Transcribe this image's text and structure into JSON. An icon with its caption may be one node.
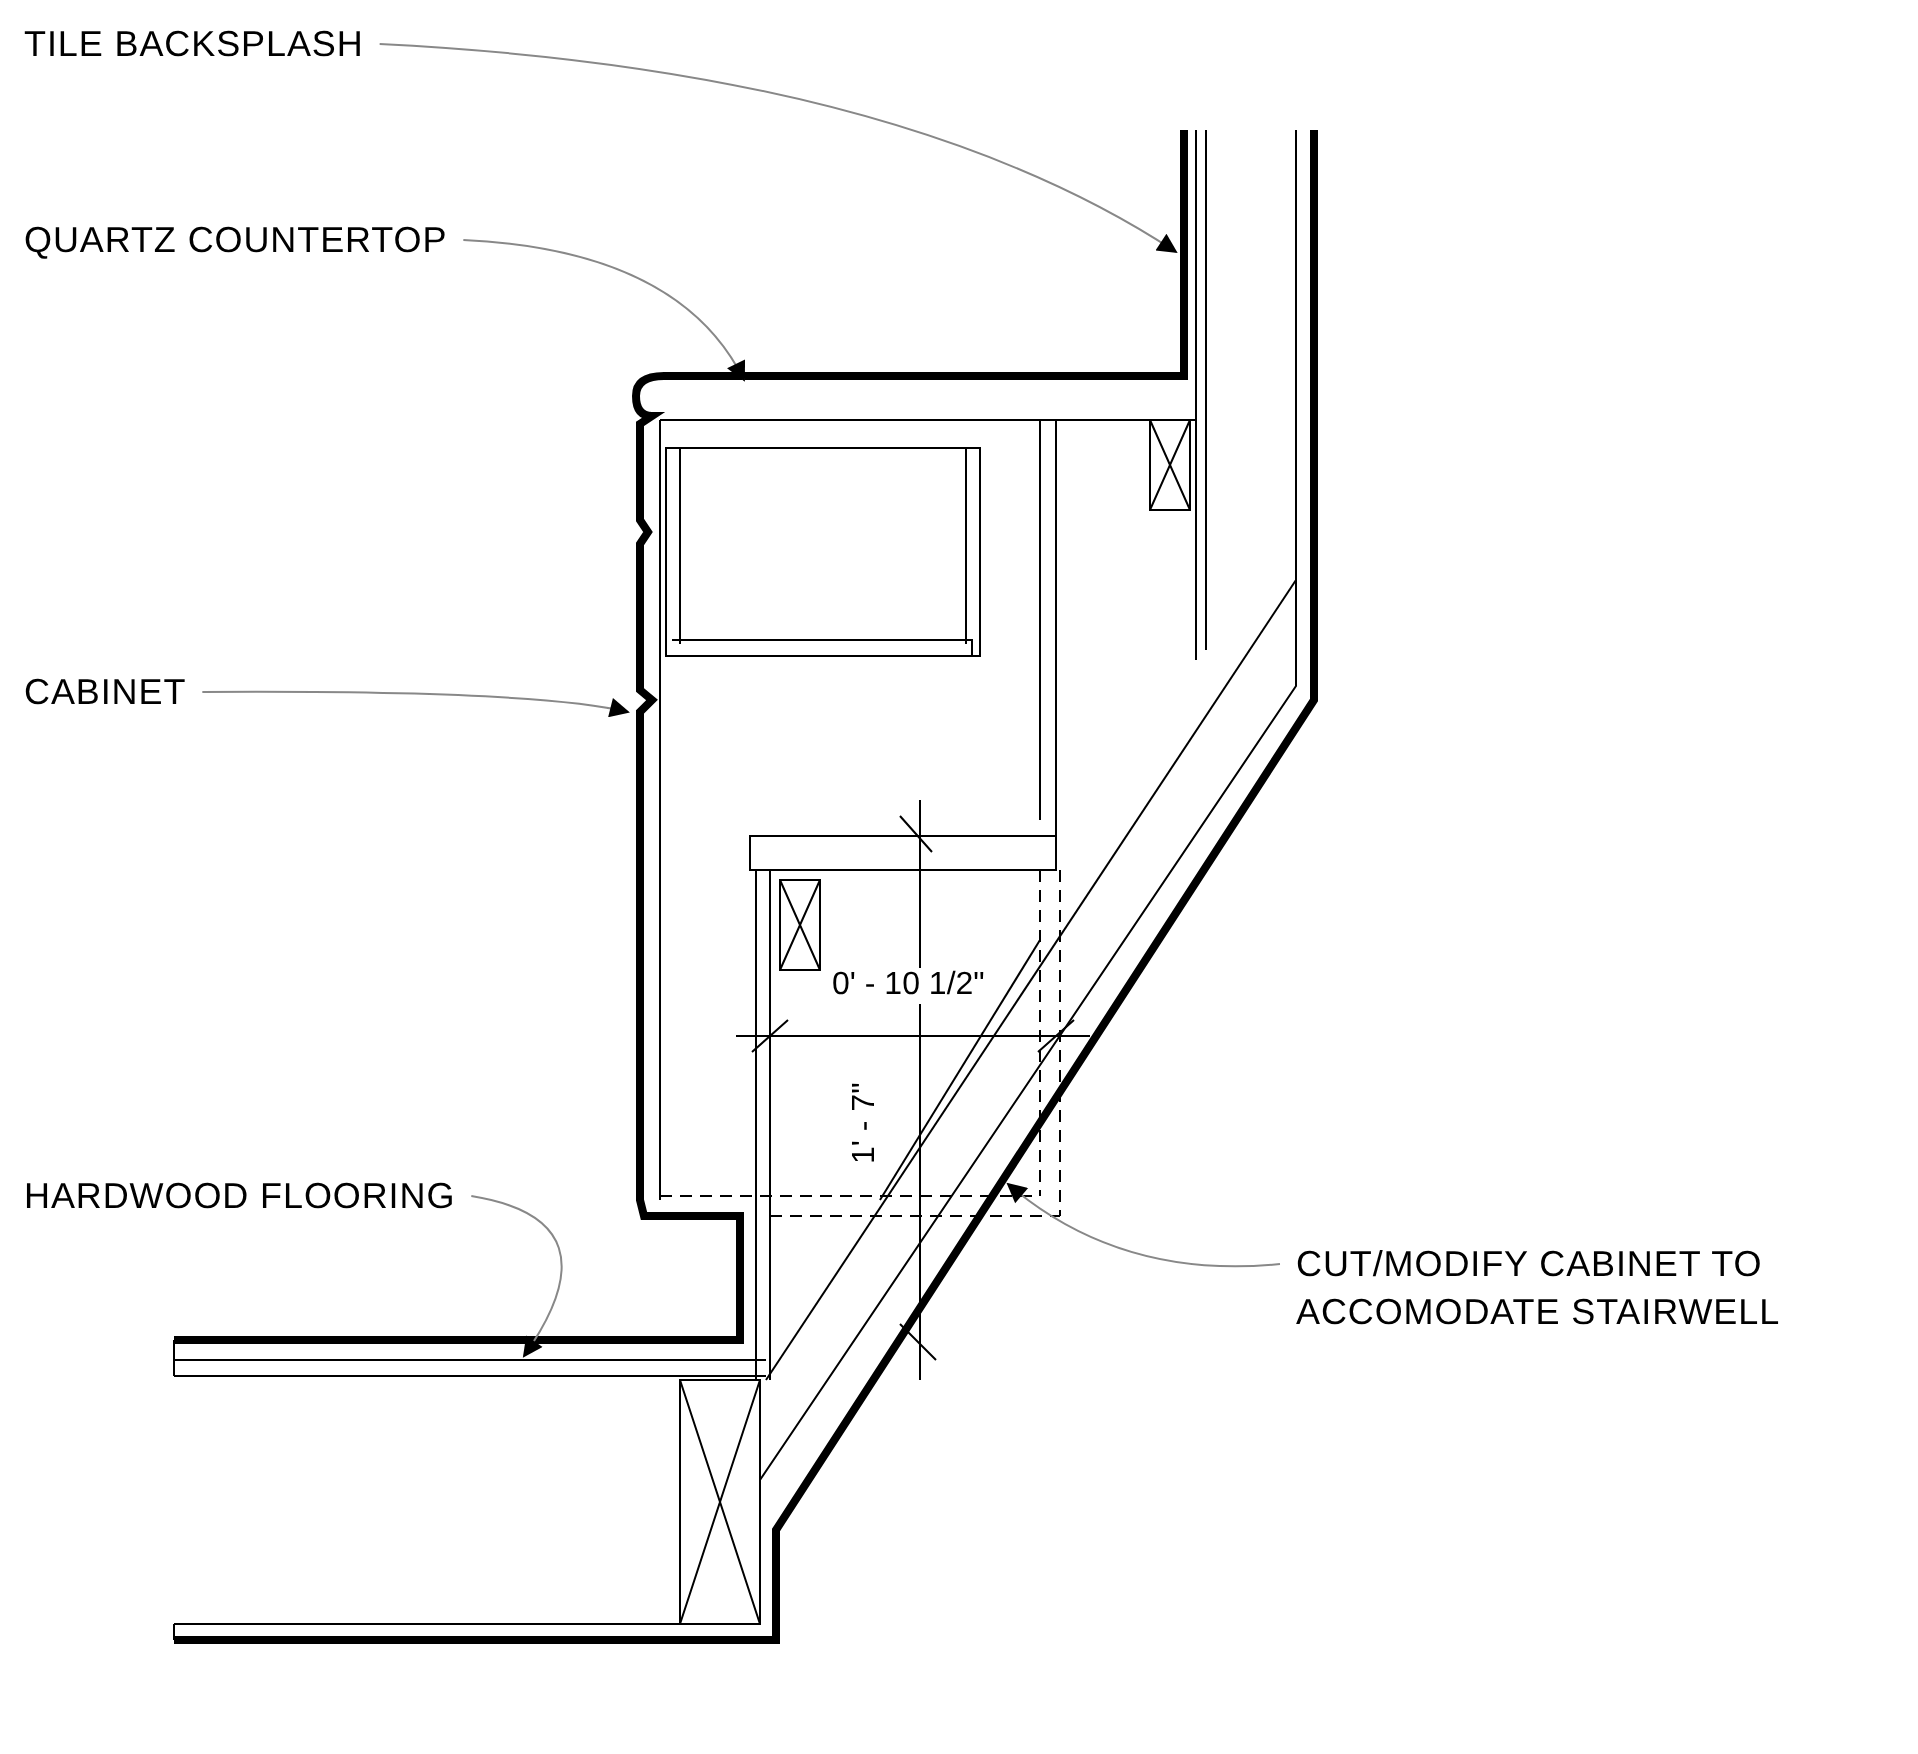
{
  "diagram": {
    "nodes": [
      {
        "text": [
          "TILE BACKSPLASH"
        ]
      },
      {
        "text": [
          "QUARTZ COUNTERTOP"
        ]
      },
      {
        "text": [
          "CABINET"
        ]
      },
      {
        "text": [
          "HARDWOOD FLOORING"
        ]
      },
      {
        "text": [
          "CUT/MODIFY CABINET TO ACCOMODATE STAIRWELL"
        ]
      }
    ],
    "edges": [
      {
        "from": 0,
        "to": null,
        "arrow": "to"
      },
      {
        "from": 1,
        "to": null,
        "arrow": "to"
      },
      {
        "from": 2,
        "to": null,
        "arrow": "to"
      },
      {
        "from": 3,
        "to": null,
        "arrow": "to"
      },
      {
        "from": 4,
        "to": null,
        "arrow": "to"
      }
    ],
    "labels": [
      "0' - 10 1/2\"",
      "1' - 7\""
    ]
  }
}
